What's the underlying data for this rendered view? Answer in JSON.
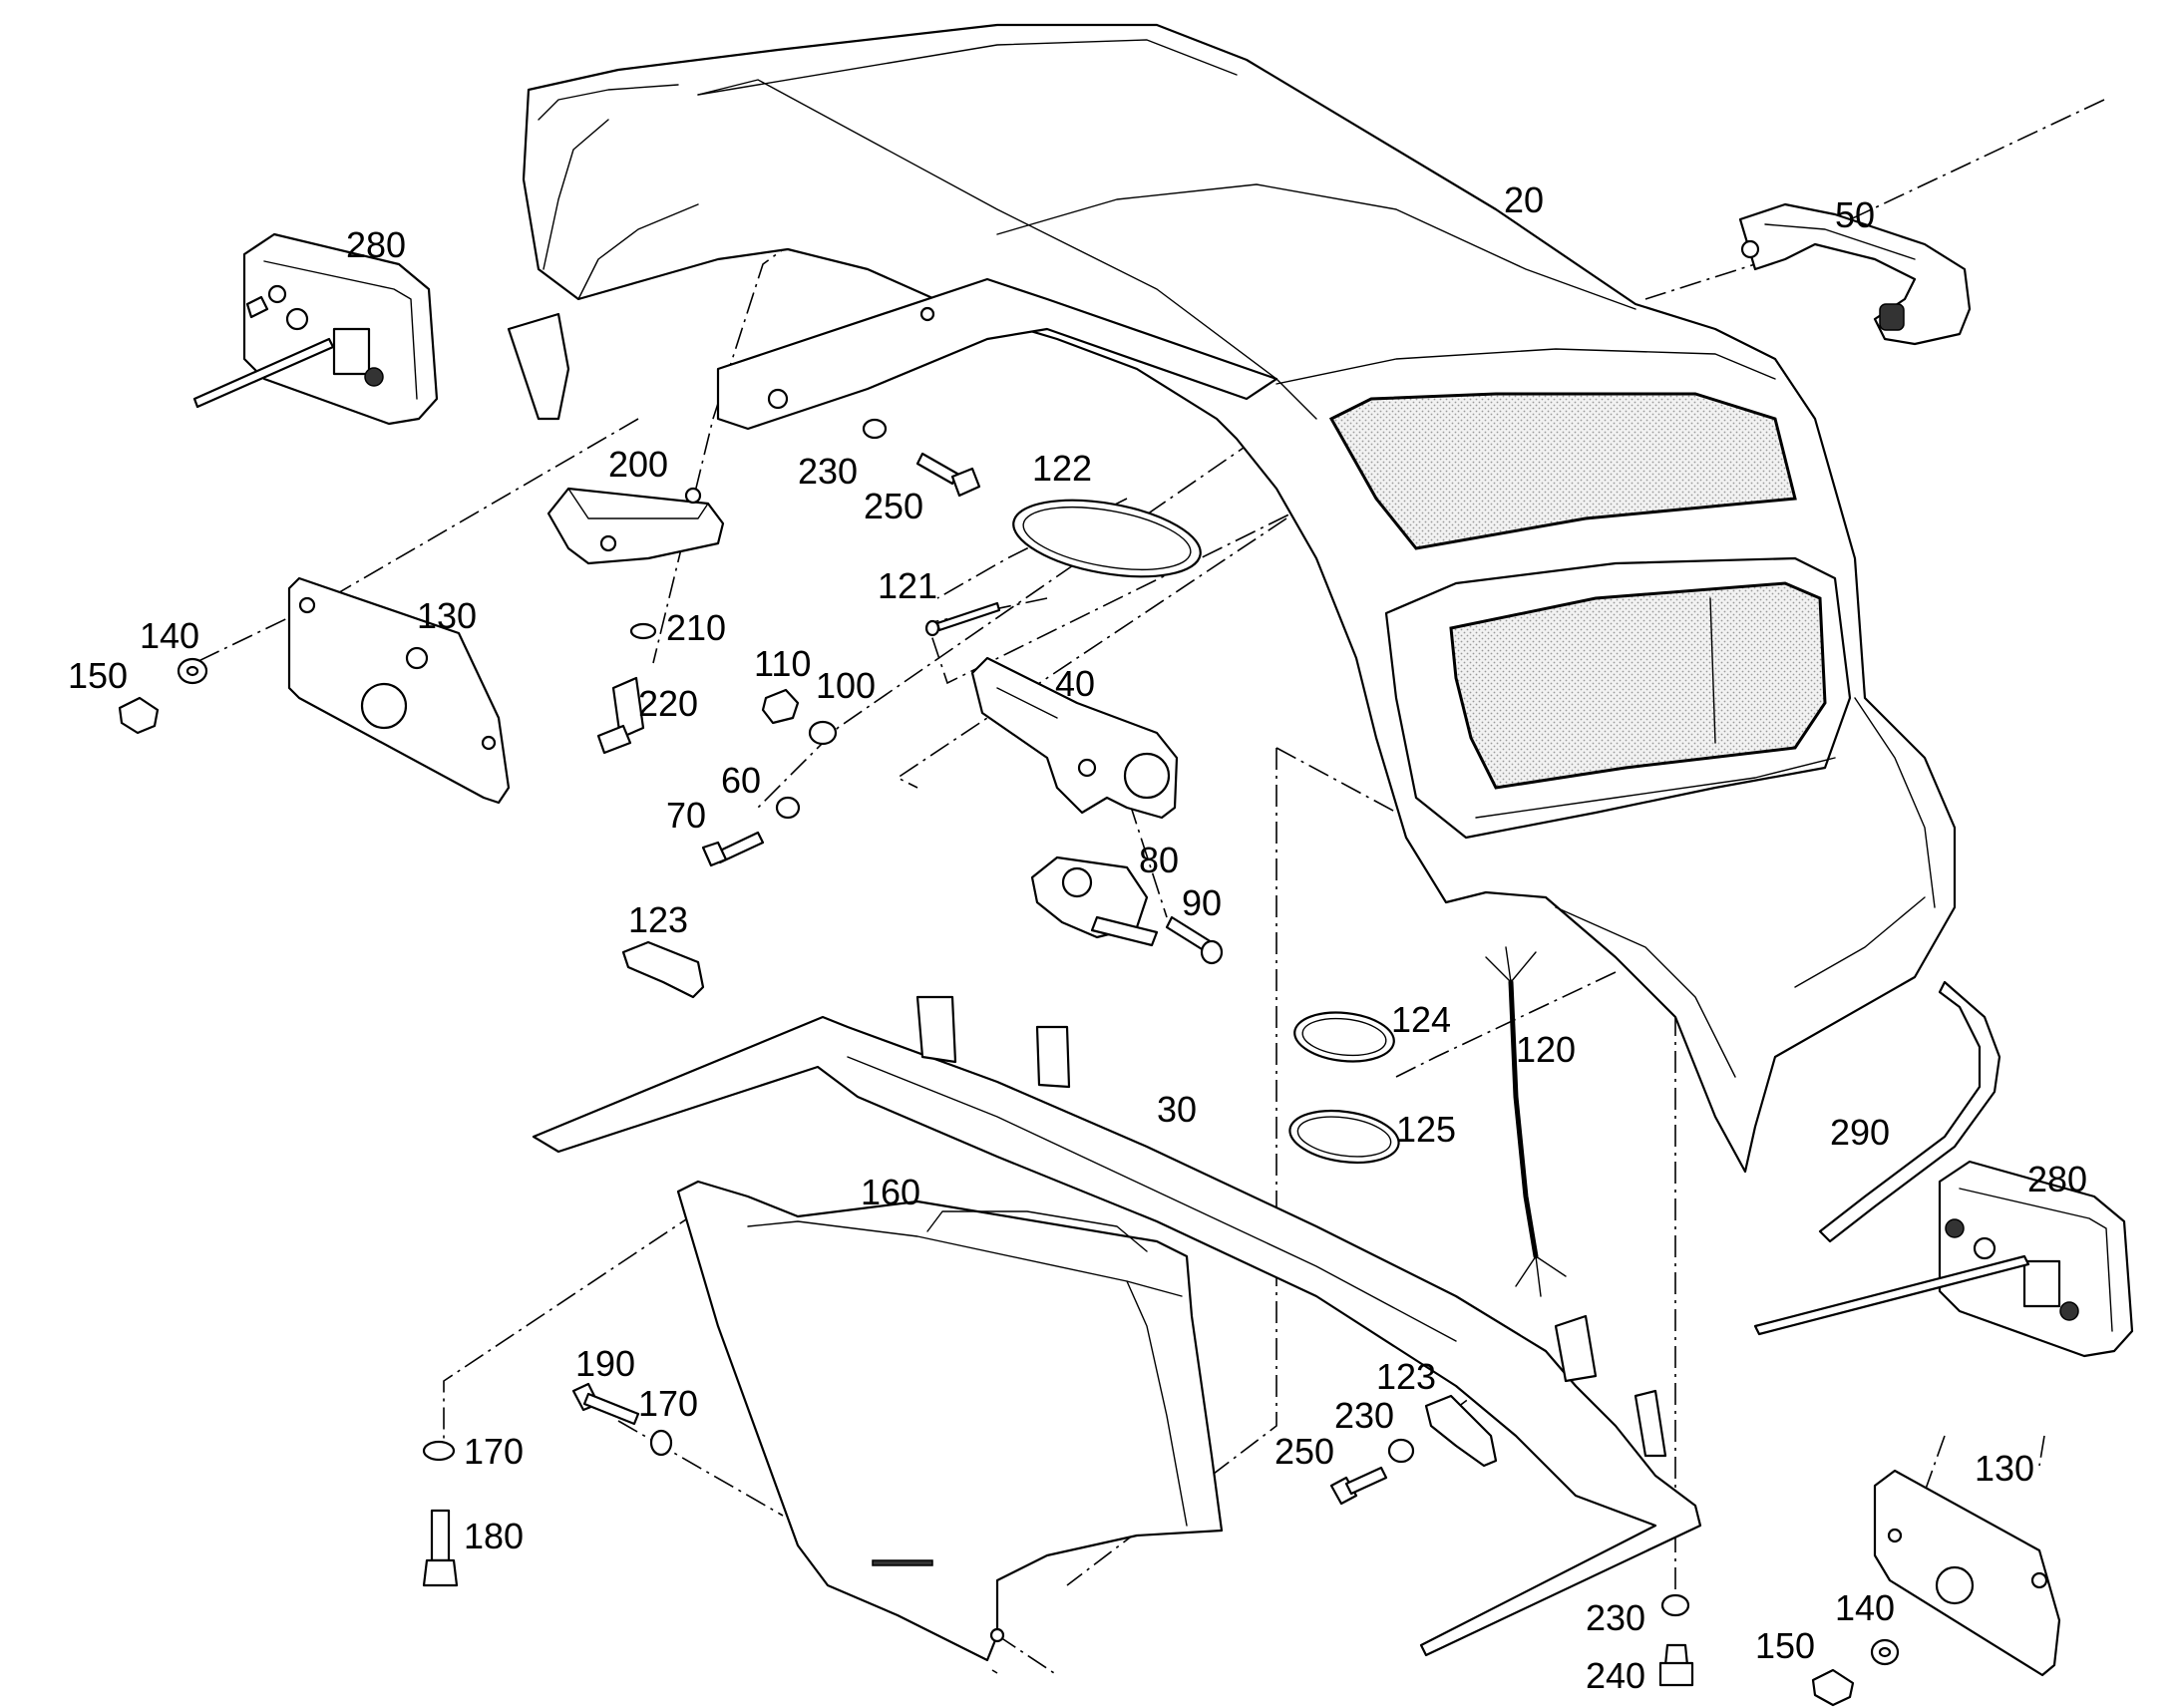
{
  "callouts": [
    {
      "id": "c20",
      "label": "20"
    },
    {
      "id": "c50",
      "label": "50"
    },
    {
      "id": "c280a",
      "label": "280"
    },
    {
      "id": "c200",
      "label": "200"
    },
    {
      "id": "c230a",
      "label": "230"
    },
    {
      "id": "c250a",
      "label": "250"
    },
    {
      "id": "c122",
      "label": "122"
    },
    {
      "id": "c121",
      "label": "121"
    },
    {
      "id": "c130a",
      "label": "130"
    },
    {
      "id": "c140a",
      "label": "140"
    },
    {
      "id": "c150a",
      "label": "150"
    },
    {
      "id": "c210",
      "label": "210"
    },
    {
      "id": "c220",
      "label": "220"
    },
    {
      "id": "c110",
      "label": "110"
    },
    {
      "id": "c100",
      "label": "100"
    },
    {
      "id": "c40",
      "label": "40"
    },
    {
      "id": "c60",
      "label": "60"
    },
    {
      "id": "c70",
      "label": "70"
    },
    {
      "id": "c80",
      "label": "80"
    },
    {
      "id": "c90",
      "label": "90"
    },
    {
      "id": "c123a",
      "label": "123"
    },
    {
      "id": "c124",
      "label": "124"
    },
    {
      "id": "c120",
      "label": "120"
    },
    {
      "id": "c30",
      "label": "30"
    },
    {
      "id": "c125",
      "label": "125"
    },
    {
      "id": "c290",
      "label": "290"
    },
    {
      "id": "c280b",
      "label": "280"
    },
    {
      "id": "c160",
      "label": "160"
    },
    {
      "id": "c190",
      "label": "190"
    },
    {
      "id": "c170a",
      "label": "170"
    },
    {
      "id": "c170b",
      "label": "170"
    },
    {
      "id": "c180",
      "label": "180"
    },
    {
      "id": "c123b",
      "label": "123"
    },
    {
      "id": "c230b",
      "label": "230"
    },
    {
      "id": "c250b",
      "label": "250"
    },
    {
      "id": "c130b",
      "label": "130"
    },
    {
      "id": "c230c",
      "label": "230"
    },
    {
      "id": "c240",
      "label": "240"
    },
    {
      "id": "c140b",
      "label": "140"
    },
    {
      "id": "c150b",
      "label": "150"
    }
  ]
}
